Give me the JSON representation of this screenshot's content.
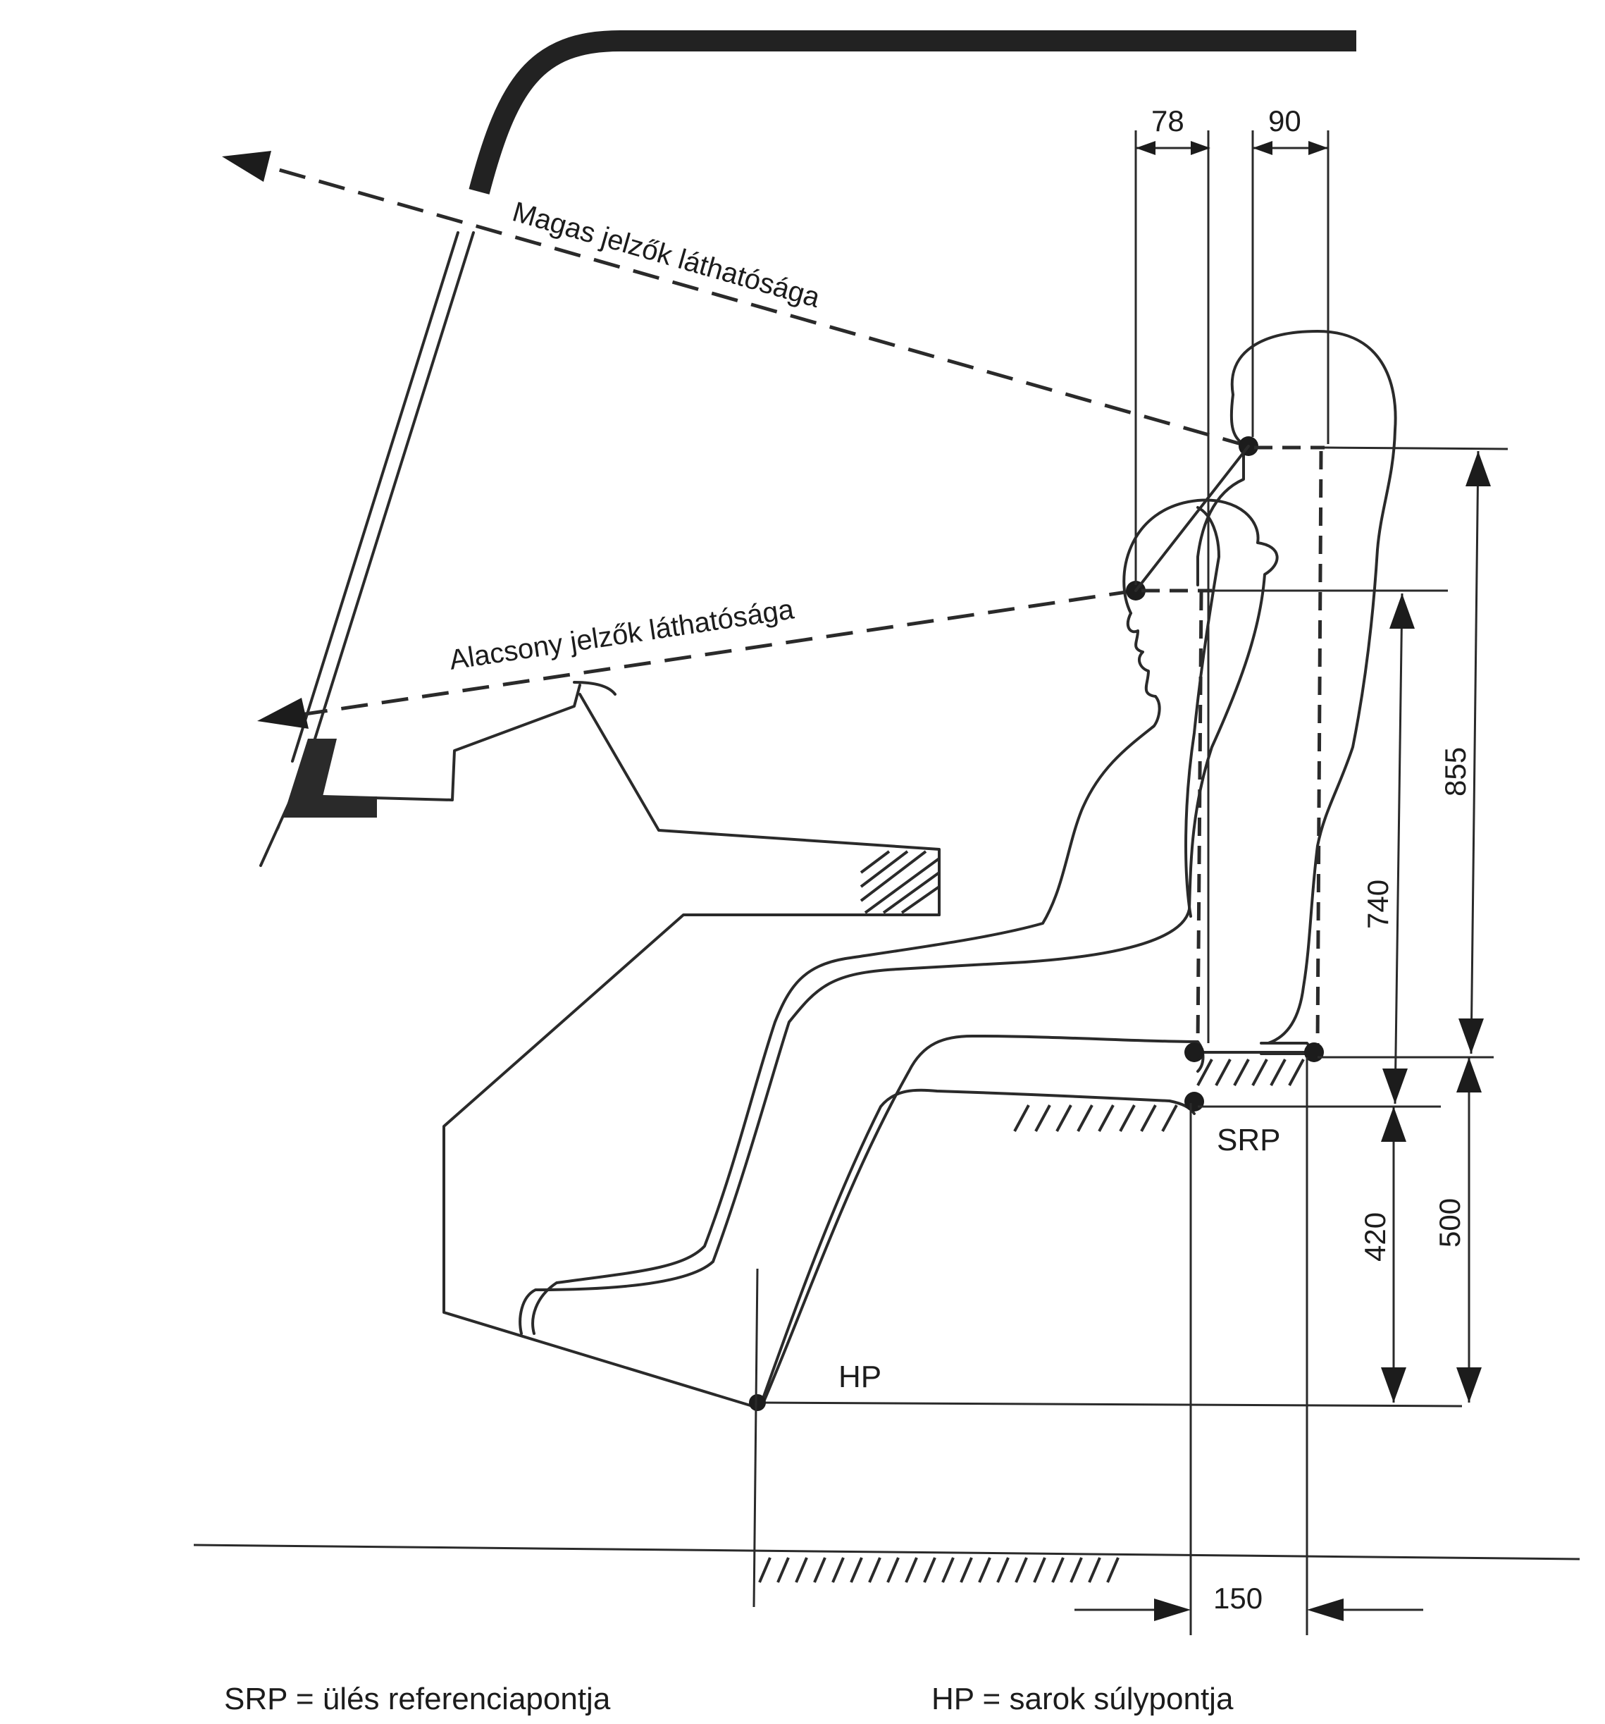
{
  "sight_lines": {
    "high": "Magas jelzők láthatósága",
    "low": "Alacsony jelzők láthatósága"
  },
  "dimensions": {
    "d78": "78",
    "d90": "90",
    "d855": "855",
    "d740": "740",
    "d420": "420",
    "d500": "500",
    "d150": "150"
  },
  "points": {
    "srp": "SRP",
    "hp": "HP"
  },
  "legend": {
    "srp": "SRP = ülés referenciapontja",
    "hp": "HP = sarok súlypontja"
  }
}
